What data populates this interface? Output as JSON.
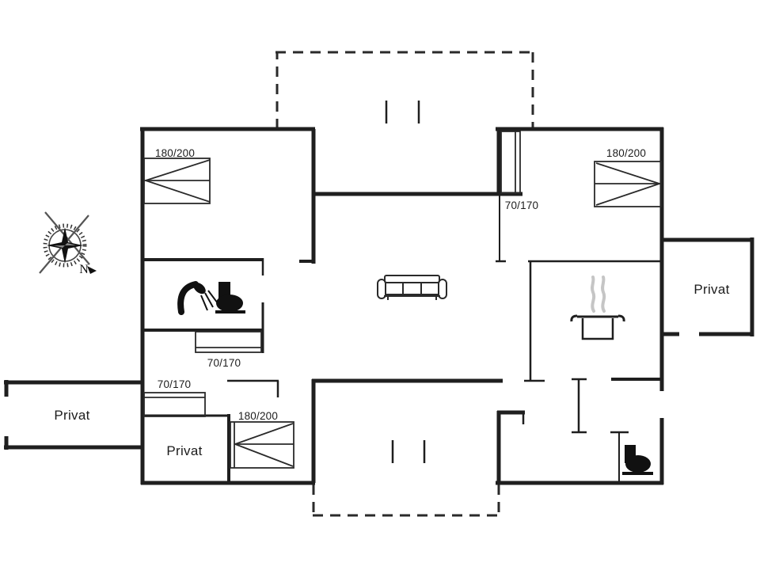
{
  "floorplan": {
    "beds": {
      "nw_double": {
        "label": "180/200"
      },
      "ne_double": {
        "label": "180/200"
      },
      "s_double": {
        "label": "180/200"
      },
      "ne_single": {
        "label": "70/170"
      },
      "mid_single": {
        "label": "70/170"
      },
      "w_single": {
        "label": "70/170"
      }
    },
    "rooms": {
      "left_annex": {
        "label": "Privat"
      },
      "mid_room": {
        "label": "Privat"
      },
      "right_annex": {
        "label": "Privat"
      }
    },
    "compass": {
      "north_label": "N"
    },
    "icons": [
      {
        "name": "compass-rose-icon"
      },
      {
        "name": "shower-icon"
      },
      {
        "name": "toilet-icon-bathroom"
      },
      {
        "name": "sofa-icon"
      },
      {
        "name": "cooking-pot-icon"
      },
      {
        "name": "toilet-icon-wc"
      }
    ],
    "colors": {
      "line": "#1f1f1f",
      "steam": "#c5c5c5",
      "background": "#ffffff"
    }
  }
}
